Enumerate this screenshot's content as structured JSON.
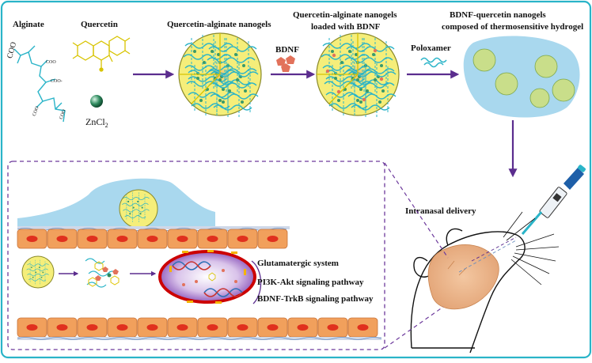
{
  "labels": {
    "alginate": "Alginate",
    "quercetin": "Quercetin",
    "zncl2": "ZnCl",
    "zncl2_sub": "2",
    "coo": "COO",
    "coo_minus": "COO-",
    "nanogels": "Quercetin-alginate nanogels",
    "loaded_line1": "Quercetin-alginate nanogels",
    "loaded_line2": "loaded with BDNF",
    "bdnf": "BDNF",
    "poloxamer": "Poloxamer",
    "hydrogel_line1": "BDNF-quercetin nanogels",
    "hydrogel_line2": "composed of thermosensitive hydrogel",
    "intranasal": "Intranasal delivery",
    "pathway_1": "Glutamatergic system",
    "pathway_2": "PI3K-Akt signaling pathway",
    "pathway_3": "BDNF-TrkB signaling pathway"
  },
  "colors": {
    "border": "#2ab4c8",
    "arrow": "#5b2d8e",
    "nanogel_fill": "#f5ee7a",
    "nanogel_edge": "#8a8a2a",
    "hydrogel": "#a9d8ee",
    "bdnf": "#e2725b",
    "cell": "#f1a05c",
    "nucleus": "#e0301e",
    "dashed": "#6d3a9c"
  },
  "icons": [
    "alginate-structure-icon",
    "quercetin-structure-icon",
    "zinc-sphere-icon",
    "bdnf-pentagon-icon",
    "poloxamer-squiggle-icon",
    "pipette-icon",
    "mouse-icon"
  ]
}
